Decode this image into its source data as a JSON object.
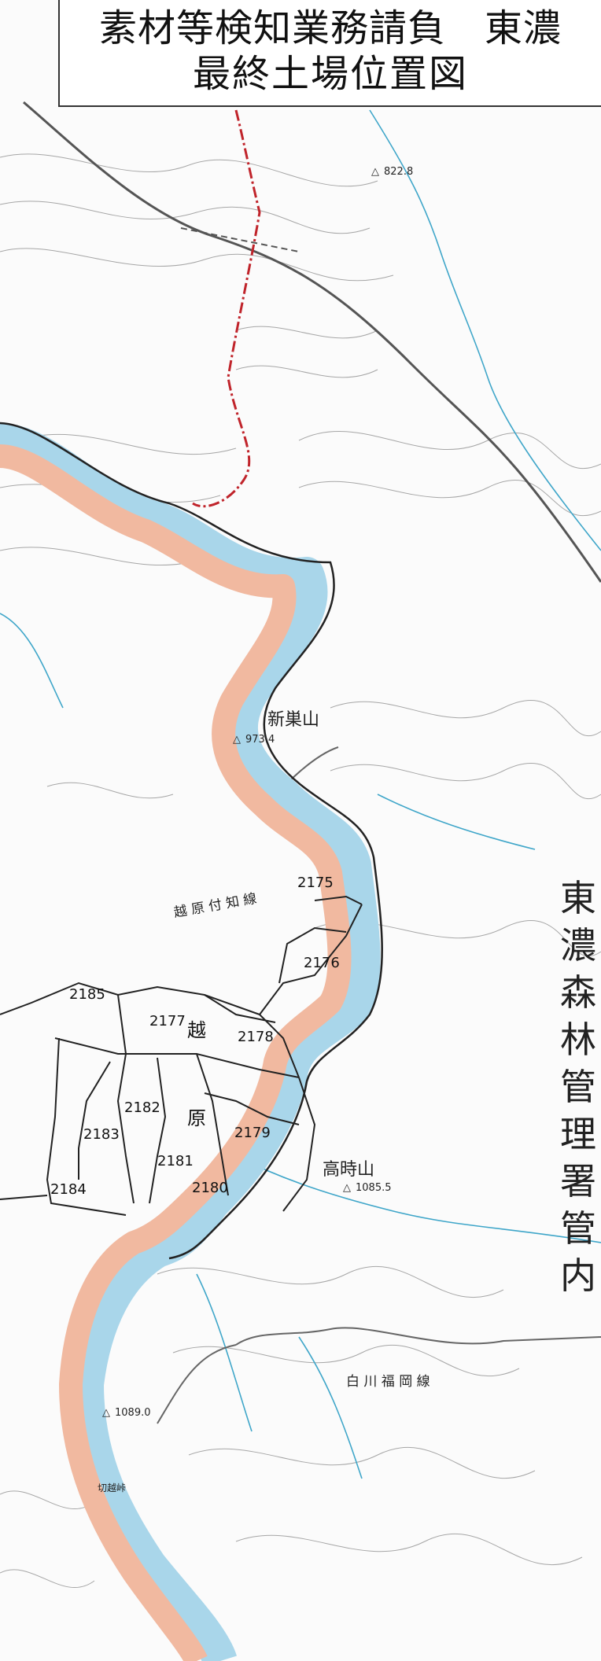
{
  "title": {
    "line1": "素材等検知業務請負　東濃",
    "line2": "最終土場位置図"
  },
  "side_label": [
    "東",
    "濃",
    "森",
    "林",
    "管",
    "理",
    "署",
    "管",
    "内"
  ],
  "compartments": [
    "2175",
    "2176",
    "2177",
    "2178",
    "2179",
    "2180",
    "2181",
    "2182",
    "2183",
    "2184",
    "2185"
  ],
  "area_labels": {
    "etsu": "越",
    "hara": "原"
  },
  "mountains": {
    "shinsuyama": "新巣山",
    "shinsuyama_elev": "973.4",
    "takatokiyama": "高時山",
    "takatokiyama_elev": "1085.5",
    "peak_822": "822.8",
    "peak_1089": "1089.0",
    "kirikoshi": "切越峠"
  },
  "roads": {
    "ochihara": "越 原 付 知 線",
    "shirakawa": "白 川 福 岡 線"
  },
  "colors": {
    "blue_band": "#a9d6ea",
    "orange_band": "#f1b9a0",
    "red_route": "#c0242b",
    "river": "#3fa6c9",
    "contour": "#9a9a9a"
  }
}
